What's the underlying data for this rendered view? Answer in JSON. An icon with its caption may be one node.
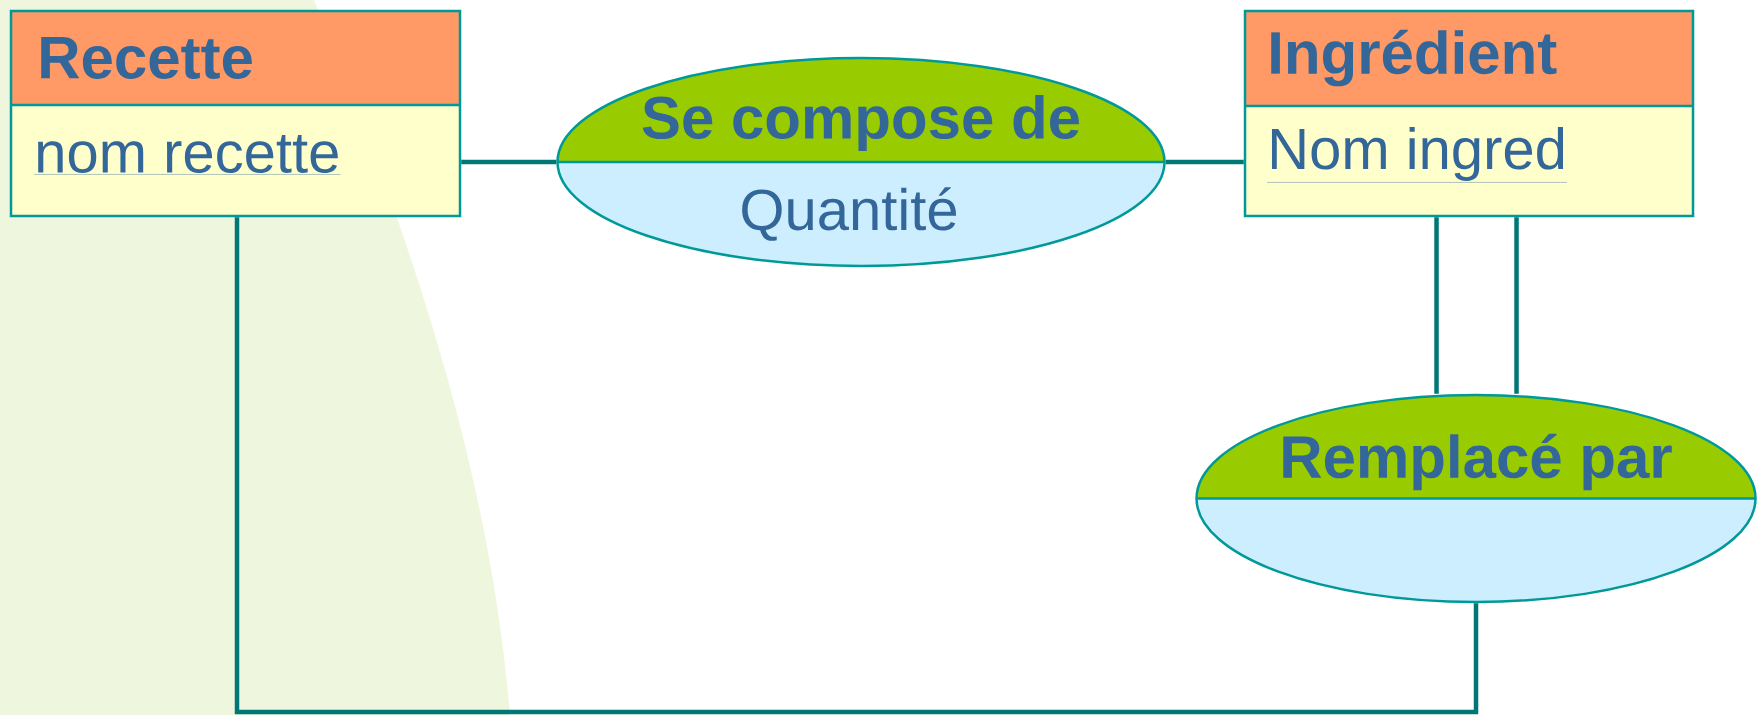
{
  "diagram": {
    "nodes": [
      {
        "text": [
          "Recette",
          "nom recette"
        ]
      },
      {
        "text": [
          "Se compose de",
          "Quantité"
        ]
      },
      {
        "text": [
          "Ingrédient",
          "Nom ingred"
        ]
      },
      {
        "text": [
          "Remplacé par"
        ]
      }
    ],
    "edges": [
      {
        "from": 0,
        "to": 1,
        "arrow": "none"
      },
      {
        "from": 1,
        "to": 2,
        "arrow": "none"
      },
      {
        "from": 2,
        "to": 3,
        "arrow": "none"
      },
      {
        "from": 2,
        "to": 3,
        "arrow": "none"
      },
      {
        "from": 3,
        "to": 0,
        "arrow": "none"
      }
    ]
  }
}
